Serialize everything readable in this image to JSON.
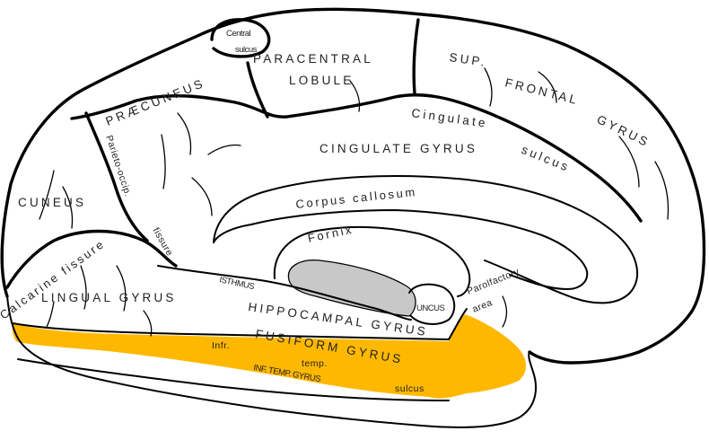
{
  "colors": {
    "outline": "#000000",
    "fusiform_highlight": "#FFB800",
    "hippocampus_fill": "#C8C8C8",
    "background": "#FFFFFF"
  },
  "labels": {
    "central_sulcus_1": "Central",
    "central_sulcus_2": "sulcus",
    "paracentral_1": "PARACENTRAL",
    "paracentral_2": "LOBULE",
    "sup_frontal_1": "SUP.",
    "sup_frontal_2": "FRONTAL",
    "sup_frontal_3": "GYRUS",
    "praecuneus": "PRÆCUNEUS",
    "cingulate_sulcus_1": "Cingulate",
    "cingulate_sulcus_2": "sulcus",
    "cingulate_gyrus": "CINGULATE GYRUS",
    "parieto_occip_1": "Parieto-occip.",
    "parieto_occip_2": "fissure",
    "cuneus": "CUNEUS",
    "corpus_callosum": "Corpus callosum",
    "fornix": "Fornix",
    "calcarine": "Calcarine fissure",
    "lingual_gyrus": "LINGUAL GYRUS",
    "isthmus": "ISTHMUS",
    "hippocampal_gyrus": "HIPPOCAMPAL GYRUS",
    "uncus": "UNCUS",
    "parolfactory_1": "Parolfactory",
    "parolfactory_2": "area",
    "fusiform_gyrus": "FUSIFORM GYRUS",
    "infr_temp_1": "Infr.",
    "infr_temp_2": "temp.",
    "infr_temp_3": "sulcus",
    "inf_temp_gyrus": "INF. TEMP. GYRUS"
  }
}
